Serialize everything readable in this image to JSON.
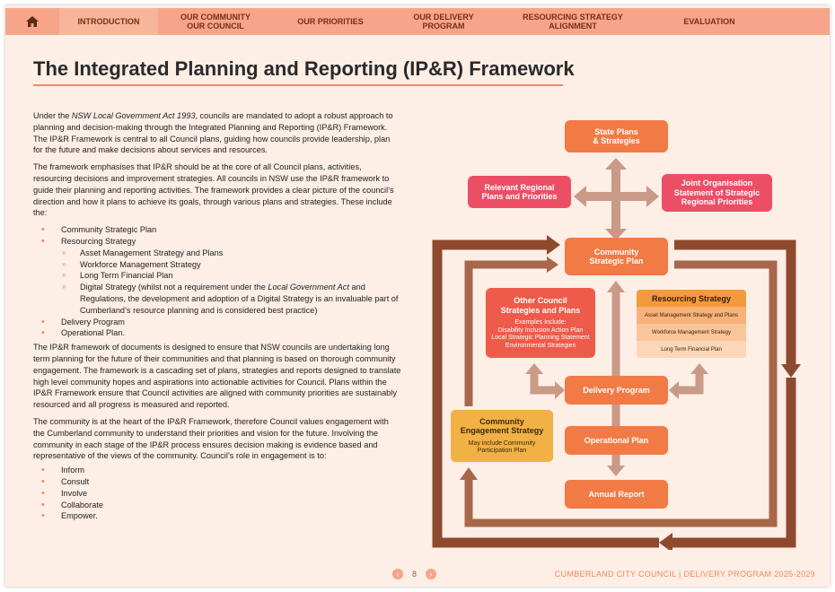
{
  "nav": {
    "home_icon": "home-icon",
    "tabs": [
      {
        "label_line1": "INTRODUCTION",
        "label_line2": "",
        "active": true
      },
      {
        "label_line1": "OUR COMMUNITY",
        "label_line2": "OUR COUNCIL",
        "active": false
      },
      {
        "label_line1": "OUR PRIORITIES",
        "label_line2": "",
        "active": false
      },
      {
        "label_line1": "OUR DELIVERY",
        "label_line2": "PROGRAM",
        "active": false
      },
      {
        "label_line1": "RESOURCING STRATEGY",
        "label_line2": "ALIGNMENT",
        "active": false
      },
      {
        "label_line1": "EVALUATION",
        "label_line2": "",
        "active": false
      }
    ]
  },
  "page": {
    "title": "The Integrated Planning and Reporting (IP&R) Framework",
    "p1_pre": "Under the ",
    "p1_em": "NSW Local Government Act 1993",
    "p1_post": ", councils are mandated to adopt a robust approach to planning and decision-making through the Integrated Planning and Reporting (IP&R) Framework. The IP&R Framework is central to all Council plans, guiding how councils provide leadership, plan for the future and make decisions about services and resources.",
    "p2": "The framework emphasises that IP&R should be at the core of all Council plans, activities, resourcing decisions and improvement strategies. All councils in NSW use the IP&R framework to guide their planning and reporting activities. The framework provides a clear picture of the council’s direction and how it plans to achieve its goals, through various plans and strategies. These include the:",
    "list1": {
      "csp": "Community Strategic Plan",
      "rs": "Resourcing Strategy",
      "sub": [
        "Asset Management Strategy and Plans",
        "Workforce Management Strategy",
        "Long Term Financial Plan"
      ],
      "digital_pre": "Digital Strategy (whilst not a requirement under the ",
      "digital_em": "Local Government Act",
      "digital_post": " and Regulations, the development and adoption of a Digital Strategy is an invaluable part of Cumberland’s resource planning and is considered best practice)",
      "dp": "Delivery Program",
      "op": "Operational Plan."
    },
    "p3": "The IP&R framework of documents is designed to ensure that NSW councils are undertaking long term planning for the future of their communities and that planning is based on thorough community engagement. The framework is a cascading set of plans, strategies and reports designed to translate high level community hopes and aspirations into actionable activities for Council. Plans within the IP&R Framework ensure that Council activities are aligned with community priorities are sustainably resourced and all progress is measured and reported.",
    "p4": "The community is at the heart of the IP&R Framework, therefore Council values engagement with the Cumberland community to understand their priorities and vision for the future. Involving the community in each stage of the IP&R process ensures decision making is evidence based and representative of the views of the community. Council’s role in engagement is to:",
    "roles": [
      "Inform",
      "Consult",
      "Involve",
      "Collaborate",
      "Empower."
    ]
  },
  "diagram": {
    "state": [
      "State Plans",
      "& Strategies"
    ],
    "regional": [
      "Relevant Regional",
      "Plans and Priorities"
    ],
    "joint": [
      "Joint Organisation",
      "Statement of Strategic",
      "Regional Priorities"
    ],
    "csp": [
      "Community",
      "Strategic Plan"
    ],
    "other_title": [
      "Other Council",
      "Strategies and Plans"
    ],
    "other_sub": [
      "Examples Include:",
      "Disability Inclusion Action Plan",
      "Local Strategic Planning Statement",
      "Environmental Strategies"
    ],
    "res_title": "Resourcing Strategy",
    "res_items": [
      "Asset Management Strategy and Plans",
      "Workforce Management Strategy",
      "Long Term Financial Plan"
    ],
    "delivery": "Delivery Program",
    "ces_title": [
      "Community",
      "Engagement Strategy"
    ],
    "ces_sub": [
      "May include Community",
      "Participation Plan"
    ],
    "operational": "Operational Plan",
    "annual": "Annual Report",
    "colors": {
      "orange": "#f27a45",
      "pink": "#ec4e66",
      "red": "#ee5b4a",
      "yellow": "#f2b144",
      "arrow_light": "#c99a86",
      "arrow_dark": "#8e4a2e"
    }
  },
  "footer": {
    "prev_icon": "chevron-left-icon",
    "page_number": "8",
    "next_icon": "chevron-right-icon",
    "text": "CUMBERLAND CITY COUNCIL | DELIVERY PROGRAM 2025-2029"
  }
}
